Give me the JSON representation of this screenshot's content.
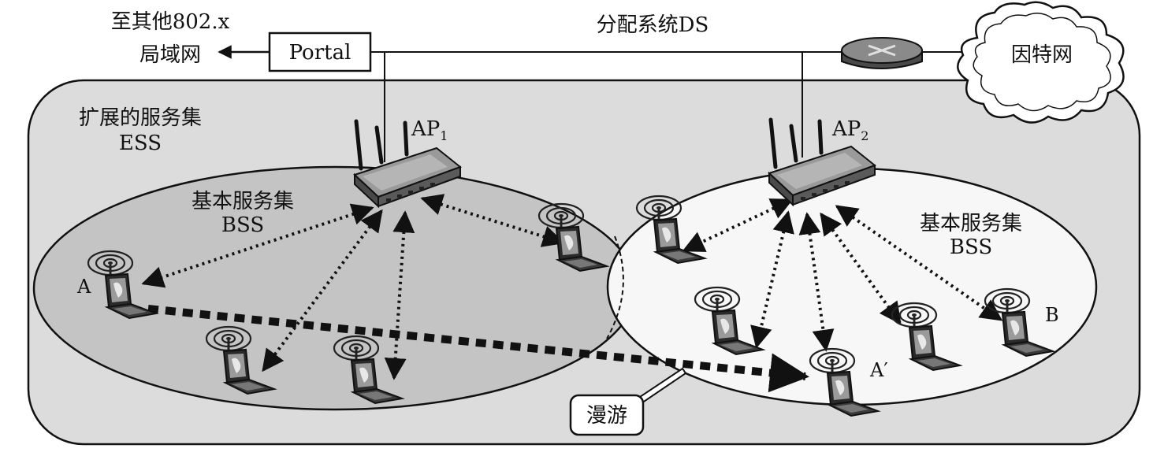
{
  "labels": {
    "other_lan_line1": "至其他802.x",
    "other_lan_line2": "局域网",
    "portal": "Portal",
    "ds": "分配系统DS",
    "internet": "因特网",
    "ess_line1": "扩展的服务集",
    "ess_line2": "ESS",
    "ap1": "AP",
    "ap1_sub": "1",
    "ap2": "AP",
    "ap2_sub": "2",
    "bss1_line1": "基本服务集",
    "bss1_line2": "BSS",
    "bss2_line1": "基本服务集",
    "bss2_line2": "BSS",
    "station_a": "A",
    "station_a_prime": "A′",
    "station_b": "B",
    "roaming": "漫游"
  },
  "colors": {
    "ess_fill": "#dcdcdc",
    "bss1_fill": "#c4c4c4",
    "bss2_fill": "#f7f7f7",
    "line": "#111111",
    "ap_body": "#7a7a7a",
    "router": "#6d6d6d"
  },
  "icons": {
    "access_point": "wireless-access-point-icon",
    "router": "router-icon",
    "cloud": "internet-cloud-icon",
    "laptop": "wireless-laptop-icon"
  }
}
